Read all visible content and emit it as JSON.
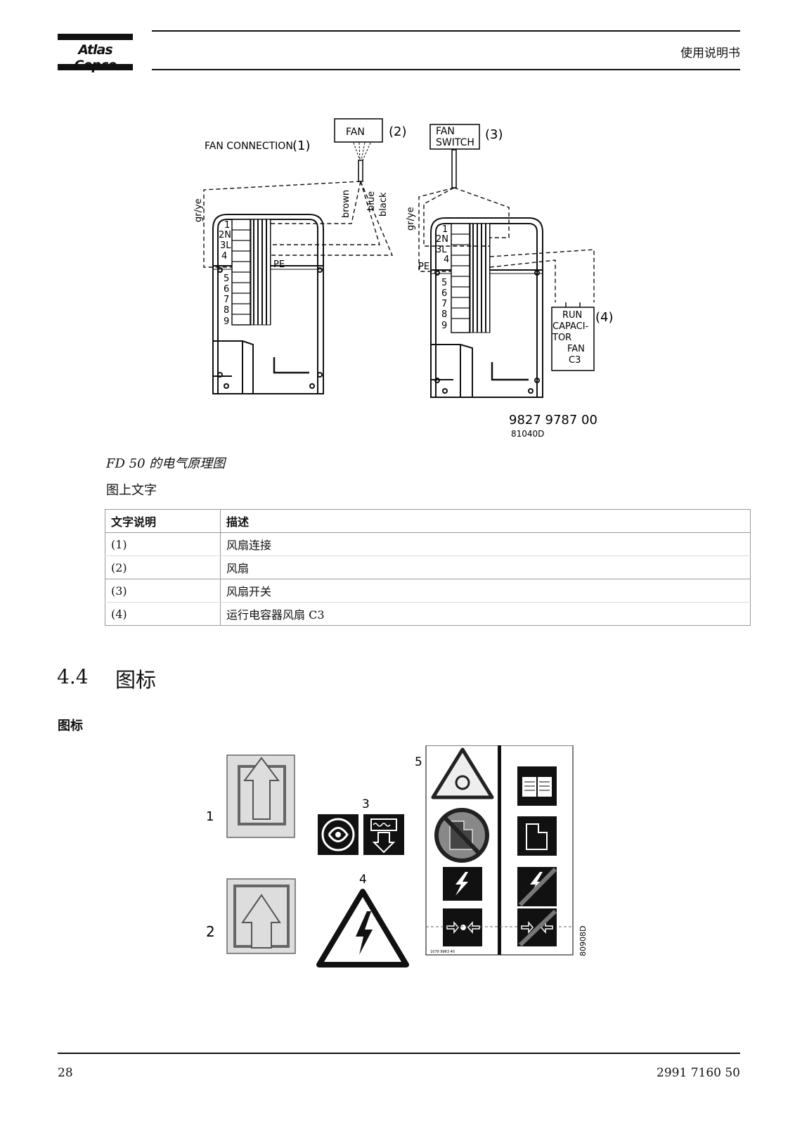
{
  "header": {
    "brand": "Atlas Copco",
    "title": "使用说明书"
  },
  "diagram": {
    "fan_connection": "FAN CONNECTION",
    "n1": "(1)",
    "fan": "FAN",
    "n2": "(2)",
    "fan_switch_1": "FAN",
    "fan_switch_2": "SWITCH",
    "n3": "(3)",
    "grye": "gr/ye",
    "brown": "brown",
    "blue": "blue",
    "black": "black",
    "pe": "PE",
    "t1": "1",
    "t2": "2N",
    "t3": "3L",
    "t4": "4",
    "t5": "5",
    "t6": "6",
    "t7": "7",
    "t8": "8",
    "t9": "9",
    "cap1": "RUN",
    "cap2": "CAPACI-",
    "cap3": "TOR",
    "cap4": "FAN",
    "cap5": "C3",
    "n4": "(4)",
    "part_number": "9827 9787 00",
    "fig_id": "81040D"
  },
  "caption": "FD 50 的电气原理图",
  "subheading": "图上文字",
  "legend": {
    "header_col1": "文字说明",
    "header_col2": "描述",
    "rows": [
      {
        "ref": "(1)",
        "desc": "风扇连接"
      },
      {
        "ref": "(2)",
        "desc": "风扇"
      },
      {
        "ref": "(3)",
        "desc": "风扇开关"
      },
      {
        "ref": "(4)",
        "desc": "运行电容器风扇 C3"
      }
    ]
  },
  "section": {
    "number": "4.4",
    "title": "图标",
    "subtitle": "图标"
  },
  "icons": {
    "l1": "1",
    "l2": "2",
    "l3": "3",
    "l4": "4",
    "l5": "5",
    "code_small": "1079 9963 40",
    "fig_id": "80908D"
  },
  "footer": {
    "page": "28",
    "doc_number": "2991 7160 50"
  }
}
